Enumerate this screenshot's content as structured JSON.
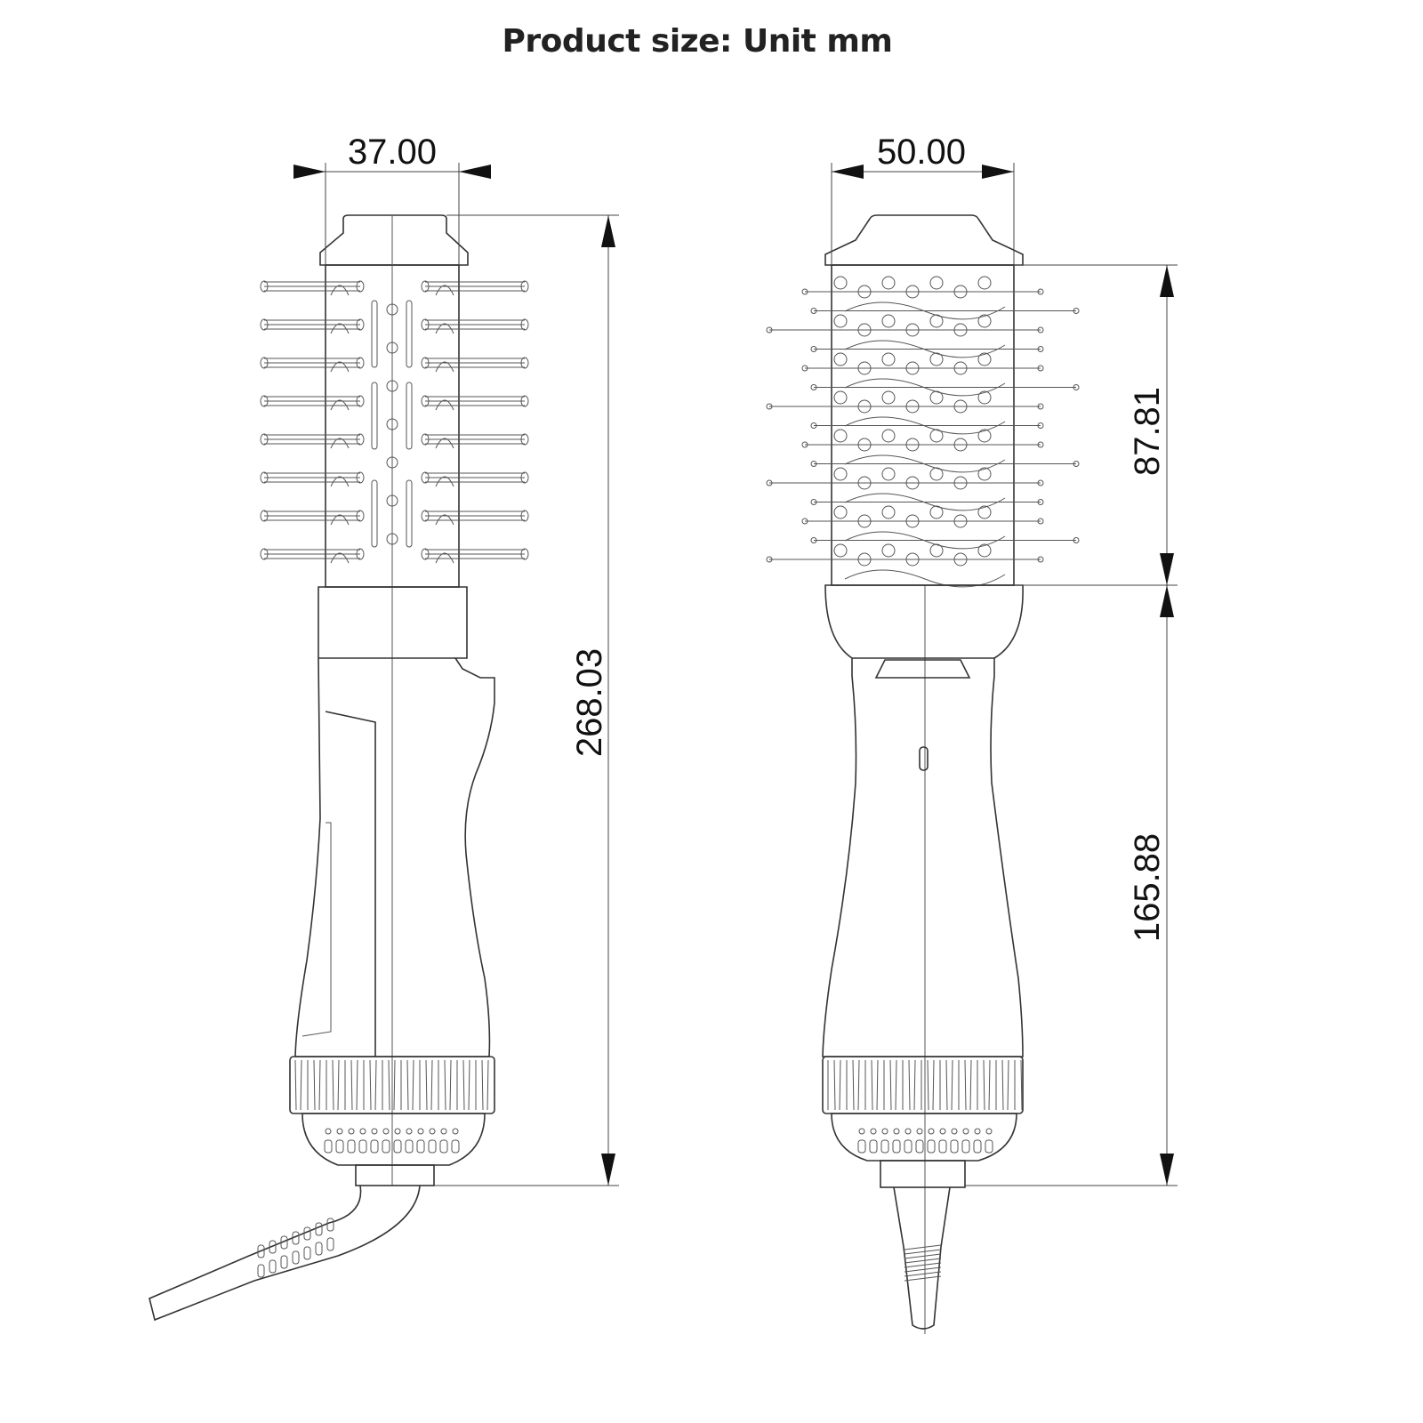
{
  "title": "Product size: Unit mm",
  "dimensions": {
    "side_view_width": "37.00",
    "front_view_width": "50.00",
    "total_length": "268.03",
    "brush_head_length": "87.81",
    "handle_length": "165.88"
  },
  "colors": {
    "line": "#333333",
    "background": "#ffffff"
  }
}
